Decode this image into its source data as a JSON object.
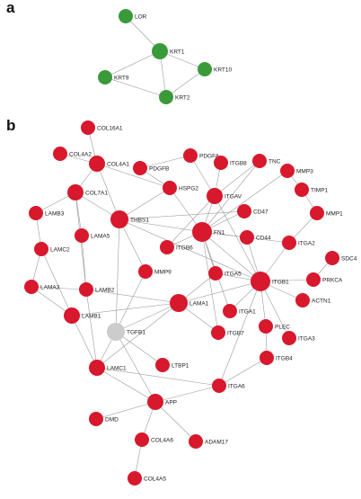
{
  "panels": [
    {
      "label": "a",
      "nodes": [
        {
          "id": "LOR",
          "group": "keratin",
          "degree": 1
        },
        {
          "id": "KRT1",
          "group": "keratin",
          "degree": 4
        },
        {
          "id": "KRT9",
          "group": "keratin",
          "degree": 2
        },
        {
          "id": "KRT10",
          "group": "keratin",
          "degree": 3
        },
        {
          "id": "KRT2",
          "group": "keratin",
          "degree": 3
        }
      ],
      "edges": [
        [
          "LOR",
          "KRT1"
        ],
        [
          "KRT1",
          "KRT9"
        ],
        [
          "KRT1",
          "KRT10"
        ],
        [
          "KRT1",
          "KRT2"
        ],
        [
          "KRT9",
          "KRT2"
        ],
        [
          "KRT10",
          "KRT2"
        ]
      ]
    },
    {
      "label": "b",
      "nodes": [
        {
          "id": "COL16A1",
          "group": "hub",
          "degree": 1
        },
        {
          "id": "COL4A2",
          "group": "hub",
          "degree": 2
        },
        {
          "id": "COL4A1",
          "group": "hub",
          "degree": 4
        },
        {
          "id": "PDGFA",
          "group": "hub",
          "degree": 2
        },
        {
          "id": "ITGB8",
          "group": "hub",
          "degree": 2
        },
        {
          "id": "TNC",
          "group": "hub",
          "degree": 2
        },
        {
          "id": "PDGFB",
          "group": "hub",
          "degree": 2
        },
        {
          "id": "MMP3",
          "group": "hub",
          "degree": 2
        },
        {
          "id": "HSPG2",
          "group": "hub",
          "degree": 3
        },
        {
          "id": "TIMP1",
          "group": "hub",
          "degree": 2
        },
        {
          "id": "COL7A1",
          "group": "hub",
          "degree": 4
        },
        {
          "id": "ITGAV",
          "group": "hub",
          "degree": 4
        },
        {
          "id": "LAMB3",
          "group": "hub",
          "degree": 2
        },
        {
          "id": "THBS1",
          "group": "hub",
          "degree": 6
        },
        {
          "id": "CD47",
          "group": "hub",
          "degree": 2
        },
        {
          "id": "MMP1",
          "group": "hub",
          "degree": 2
        },
        {
          "id": "LAMA5",
          "group": "hub",
          "degree": 2
        },
        {
          "id": "FN1",
          "group": "hub",
          "degree": 8
        },
        {
          "id": "ITGB6",
          "group": "hub",
          "degree": 2
        },
        {
          "id": "CD44",
          "group": "hub",
          "degree": 2
        },
        {
          "id": "ITGA2",
          "group": "hub",
          "degree": 2
        },
        {
          "id": "LAMC2",
          "group": "hub",
          "degree": 3
        },
        {
          "id": "SDC4",
          "group": "hub",
          "degree": 1
        },
        {
          "id": "MMP9",
          "group": "hub",
          "degree": 2
        },
        {
          "id": "ITGA5",
          "group": "hub",
          "degree": 3
        },
        {
          "id": "ITGB1",
          "group": "hub",
          "degree": 8
        },
        {
          "id": "PRKCA",
          "group": "hub",
          "degree": 2
        },
        {
          "id": "LAMA3",
          "group": "hub",
          "degree": 3
        },
        {
          "id": "LAMB2",
          "group": "hub",
          "degree": 3
        },
        {
          "id": "LAMA1",
          "group": "hub",
          "degree": 6
        },
        {
          "id": "ACTN1",
          "group": "hub",
          "degree": 1
        },
        {
          "id": "ITGA1",
          "group": "hub",
          "degree": 2
        },
        {
          "id": "LAMB1",
          "group": "hub",
          "degree": 4
        },
        {
          "id": "PLEC",
          "group": "hub",
          "degree": 2
        },
        {
          "id": "TGFB1",
          "group": "gray",
          "degree": 6
        },
        {
          "id": "ITGB7",
          "group": "hub",
          "degree": 2
        },
        {
          "id": "ITGA3",
          "group": "hub",
          "degree": 2
        },
        {
          "id": "ITGB4",
          "group": "hub",
          "degree": 2
        },
        {
          "id": "LAMC1",
          "group": "hub",
          "degree": 4
        },
        {
          "id": "LTBP1",
          "group": "hub",
          "degree": 1
        },
        {
          "id": "ITGA6",
          "group": "hub",
          "degree": 3
        },
        {
          "id": "APP",
          "group": "hub",
          "degree": 5
        },
        {
          "id": "DMD",
          "group": "hub",
          "degree": 1
        },
        {
          "id": "COL4A6",
          "group": "hub",
          "degree": 2
        },
        {
          "id": "ADAM17",
          "group": "hub",
          "degree": 1
        },
        {
          "id": "COL4A5",
          "group": "hub",
          "degree": 1
        }
      ],
      "edges": [
        [
          "COL16A1",
          "COL4A1"
        ],
        [
          "COL4A2",
          "COL4A1"
        ],
        [
          "COL4A1",
          "COL7A1"
        ],
        [
          "COL4A1",
          "THBS1"
        ],
        [
          "COL4A1",
          "HSPG2"
        ],
        [
          "PDGFA",
          "PDGFB"
        ],
        [
          "PDGFA",
          "ITGAV"
        ],
        [
          "PDGFB",
          "HSPG2"
        ],
        [
          "ITGB8",
          "ITGAV"
        ],
        [
          "TNC",
          "ITGAV"
        ],
        [
          "TNC",
          "FN1"
        ],
        [
          "MMP3",
          "TIMP1"
        ],
        [
          "TIMP1",
          "MMP1"
        ],
        [
          "MMP3",
          "FN1"
        ],
        [
          "MMP1",
          "ITGA2"
        ],
        [
          "COL7A1",
          "LAMB3"
        ],
        [
          "COL7A1",
          "LAMA5"
        ],
        [
          "COL7A1",
          "THBS1"
        ],
        [
          "COL7A1",
          "LAMB2"
        ],
        [
          "HSPG2",
          "FN1"
        ],
        [
          "HSPG2",
          "THBS1"
        ],
        [
          "ITGAV",
          "FN1"
        ],
        [
          "ITGAV",
          "ITGB1"
        ],
        [
          "ITGAV",
          "ITGB6"
        ],
        [
          "THBS1",
          "FN1"
        ],
        [
          "THBS1",
          "CD47"
        ],
        [
          "THBS1",
          "MMP9"
        ],
        [
          "THBS1",
          "TGFB1"
        ],
        [
          "THBS1",
          "ITGB1"
        ],
        [
          "CD47",
          "FN1"
        ],
        [
          "CD44",
          "FN1"
        ],
        [
          "CD44",
          "ITGB1"
        ],
        [
          "LAMB3",
          "LAMC2"
        ],
        [
          "LAMA5",
          "LAMB2"
        ],
        [
          "LAMC2",
          "LAMA3"
        ],
        [
          "LAMC2",
          "LAMB1"
        ],
        [
          "FN1",
          "ITGA5"
        ],
        [
          "FN1",
          "ITGB1"
        ],
        [
          "FN1",
          "ITGB6"
        ],
        [
          "FN1",
          "ITGA1"
        ],
        [
          "FN1",
          "ITGB7"
        ],
        [
          "FN1",
          "ITGA2"
        ],
        [
          "ITGA2",
          "ITGB1"
        ],
        [
          "SDC4",
          "PRKCA"
        ],
        [
          "PRKCA",
          "ITGB1"
        ],
        [
          "MMP9",
          "TGFB1"
        ],
        [
          "ITGA5",
          "ITGB1"
        ],
        [
          "ITGA5",
          "LAMA1"
        ],
        [
          "ITGB1",
          "ACTN1"
        ],
        [
          "ITGB1",
          "PLEC"
        ],
        [
          "ITGB1",
          "ITGA3"
        ],
        [
          "ITGB1",
          "ITGA1"
        ],
        [
          "ITGB1",
          "LAMA1"
        ],
        [
          "ITGB1",
          "ITGA6"
        ],
        [
          "LAMA3",
          "LAMB1"
        ],
        [
          "LAMA3",
          "LAMB2"
        ],
        [
          "LAMB2",
          "LAMA1"
        ],
        [
          "LAMB2",
          "LAMC1"
        ],
        [
          "LAMA1",
          "LAMB1"
        ],
        [
          "LAMA1",
          "LAMC1"
        ],
        [
          "LAMA1",
          "TGFB1"
        ],
        [
          "LAMA1",
          "ITGB7"
        ],
        [
          "LAMB1",
          "LAMC1"
        ],
        [
          "PLEC",
          "ITGB4"
        ],
        [
          "ITGB4",
          "ITGA6"
        ],
        [
          "TGFB1",
          "LAMC1"
        ],
        [
          "TGFB1",
          "LTBP1"
        ],
        [
          "TGFB1",
          "APP"
        ],
        [
          "ITGA6",
          "APP"
        ],
        [
          "ITGA6",
          "LAMC1"
        ],
        [
          "LAMC1",
          "APP"
        ],
        [
          "APP",
          "DMD"
        ],
        [
          "APP",
          "COL4A6"
        ],
        [
          "APP",
          "ADAM17"
        ],
        [
          "COL4A6",
          "COL4A5"
        ]
      ]
    }
  ],
  "colors": {
    "keratin": "#3a9a3a",
    "hub": "#d8182c",
    "gray": "#cccccc",
    "edge": "#9a9a9a"
  }
}
